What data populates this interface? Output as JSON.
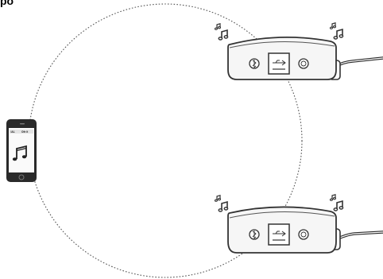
{
  "caption": "po",
  "phone": {
    "status_left": "iAL",
    "status_right": "Ofe it"
  },
  "colors": {
    "outline": "#333333",
    "dash": "#555555",
    "device_fill": "#f6f6f6",
    "cable": "#2a2a2a",
    "phone_body": "#2a2a2a",
    "screen": "#fafafa"
  },
  "icons": {
    "speaker_upper": [
      "music-notes-icon",
      "bluetooth-icon",
      "usb-icon",
      "power-icon"
    ],
    "speaker_lower": [
      "music-notes-icon",
      "bluetooth-icon",
      "usb-icon",
      "power-icon"
    ],
    "phone": [
      "music-note-icon"
    ]
  }
}
